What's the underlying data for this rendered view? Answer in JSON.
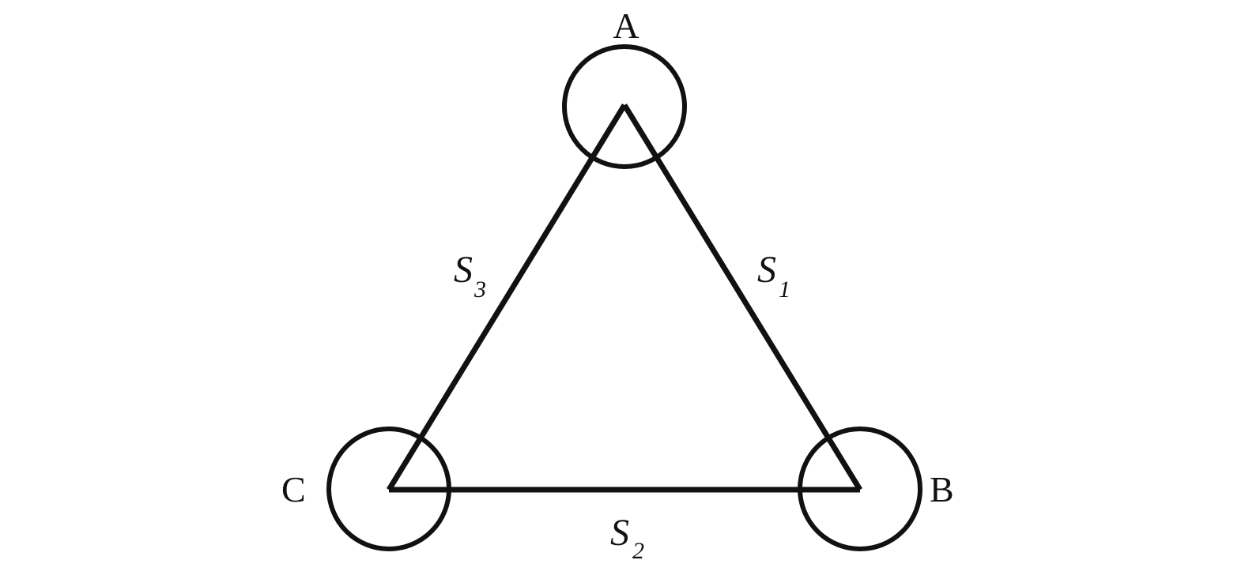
{
  "vertices": {
    "a": {
      "label": "A"
    },
    "b": {
      "label": "B"
    },
    "c": {
      "label": "C"
    }
  },
  "sides": {
    "s1": {
      "letter": "S",
      "sub": "1"
    },
    "s2": {
      "letter": "S",
      "sub": "2"
    },
    "s3": {
      "letter": "S",
      "sub": "3"
    }
  },
  "colors": {
    "stroke": "#111111",
    "background": "#ffffff"
  }
}
